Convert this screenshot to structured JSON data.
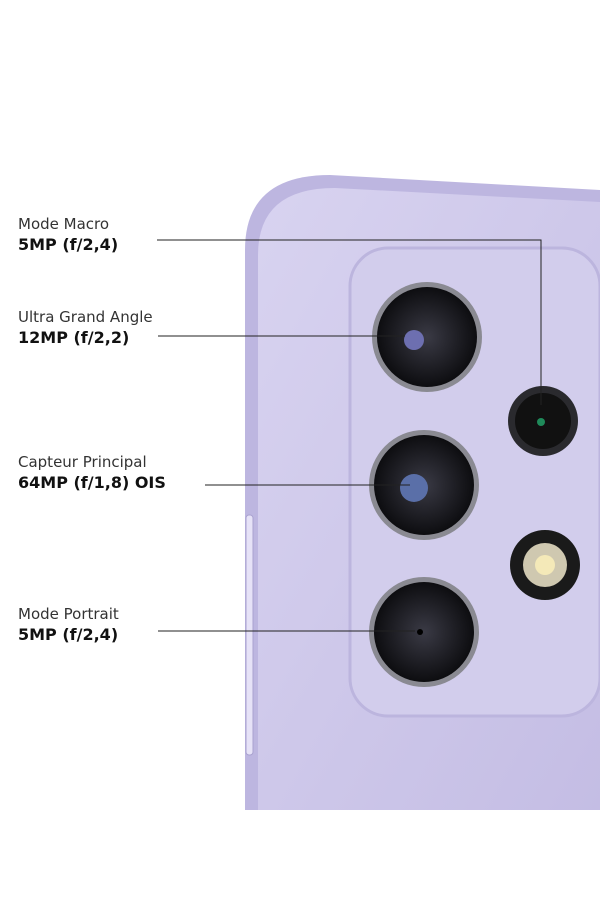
{
  "colors": {
    "body": "#c9c3e8",
    "island": "#d4cfee",
    "lens_ring": "#1a1a1a",
    "leader_line": "#222222"
  },
  "cameras": [
    {
      "name": "Mode Macro",
      "spec": "5MP (f/2,4)"
    },
    {
      "name": "Ultra Grand Angle",
      "spec": "12MP (f/2,2)"
    },
    {
      "name": "Capteur Principal",
      "spec": "64MP (f/1,8) OIS"
    },
    {
      "name": "Mode Portrait",
      "spec": "5MP (f/2,4)"
    }
  ]
}
